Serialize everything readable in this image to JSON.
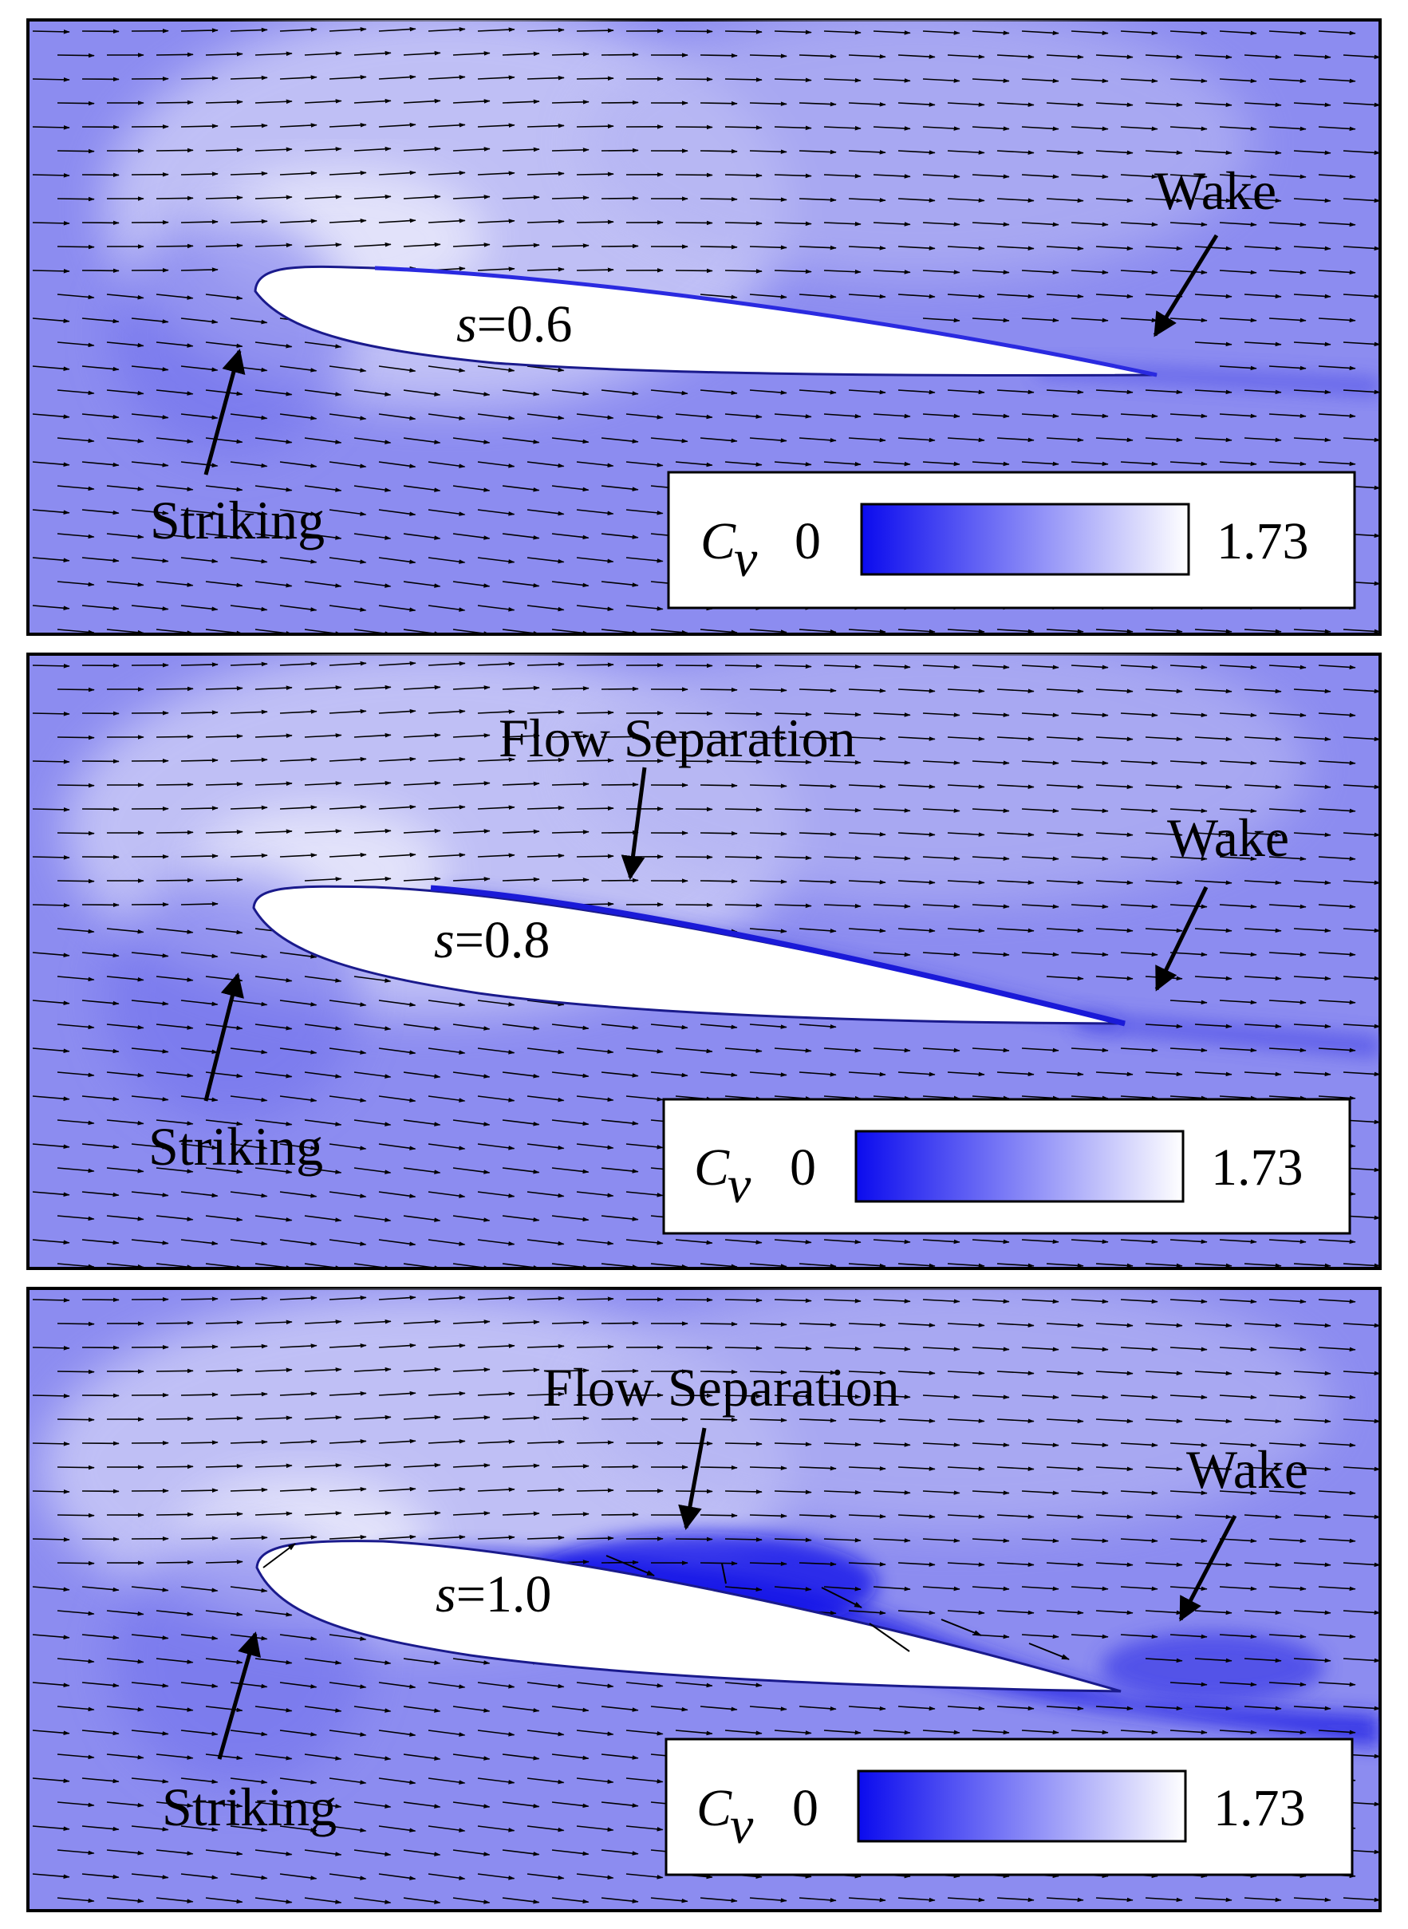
{
  "colormap": {
    "low_color": "#0b0bee",
    "high_color": "#ffffff",
    "field_color": "#8c8cf0"
  },
  "panels": [
    {
      "s_label": "=0.6",
      "annotations": {
        "striking": "Striking",
        "wake": "Wake",
        "separation": ""
      },
      "legend": {
        "symbol": "C",
        "subscript": "v",
        "min": "0",
        "max": "1.73"
      },
      "separation_strength": 0
    },
    {
      "s_label": "=0.8",
      "annotations": {
        "striking": "Striking",
        "wake": "Wake",
        "separation": "Flow Separation"
      },
      "legend": {
        "symbol": "C",
        "subscript": "v",
        "min": "0",
        "max": "1.73"
      },
      "separation_strength": 1
    },
    {
      "s_label": "=1.0",
      "annotations": {
        "striking": "Striking",
        "wake": "Wake",
        "separation": "Flow Separation"
      },
      "legend": {
        "symbol": "C",
        "subscript": "v",
        "min": "0",
        "max": "1.73"
      },
      "separation_strength": 2
    }
  ],
  "s_symbol": "s"
}
